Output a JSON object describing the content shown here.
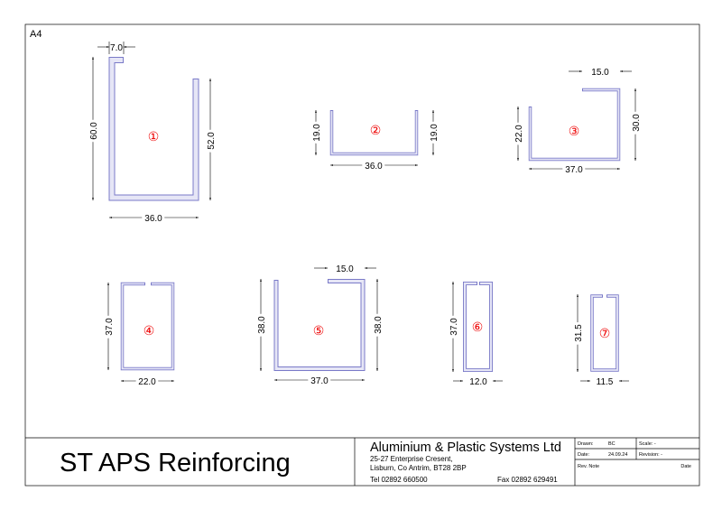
{
  "sheet": {
    "size": "A4"
  },
  "title_block": {
    "drawing_title": "ST APS Reinforcing",
    "company": "Aluminium & Plastic Systems Ltd",
    "address_line1": "25-27 Enterprise Cresent,",
    "address_line2": "Lisburn, Co Antrim, BT28 2BP",
    "tel": "Tel 02892 660500",
    "fax": "Fax 02892 629491",
    "drawn_label": "Drawn:",
    "drawn_value": "BC",
    "scale_label": "Scale: -",
    "date_label": "Date:",
    "date_value": "24.09.24",
    "revision_label": "Revision: -",
    "rev_note_label": "Rev. Note",
    "rev_date_label": "Date"
  },
  "profiles": [
    {
      "id": "①",
      "dims": {
        "lip": "7.0",
        "height_left": "60.0",
        "height_right": "52.0",
        "width": "36.0"
      }
    },
    {
      "id": "②",
      "dims": {
        "height_left": "19.0",
        "height_right": "19.0",
        "width": "36.0"
      }
    },
    {
      "id": "③",
      "dims": {
        "lip": "15.0",
        "height_left": "22.0",
        "height_right": "30.0",
        "width": "37.0"
      }
    },
    {
      "id": "④",
      "dims": {
        "height": "37.0",
        "width": "22.0"
      }
    },
    {
      "id": "⑤",
      "dims": {
        "lip": "15.0",
        "height_left": "38.0",
        "height_right": "38.0",
        "width": "37.0"
      }
    },
    {
      "id": "⑥",
      "dims": {
        "height": "37.0",
        "width": "12.0"
      }
    },
    {
      "id": "⑦",
      "dims": {
        "height": "31.5",
        "width": "11.5"
      }
    }
  ],
  "colors": {
    "profile_edge": "#7a7ac8",
    "profile_fill": "#e6e6f6",
    "number": "#e00000"
  }
}
